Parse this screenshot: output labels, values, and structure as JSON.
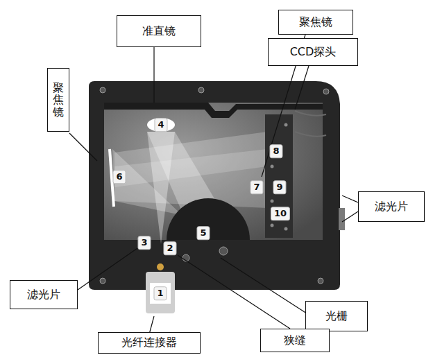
{
  "diagram": {
    "nodes": [
      {
        "text": [
          "准直镜"
        ]
      },
      {
        "text": [
          "聚焦镜"
        ]
      },
      {
        "text": [
          "CCD探头"
        ]
      },
      {
        "text": [
          "聚焦镜"
        ]
      },
      {
        "text": [
          "滤光片"
        ]
      },
      {
        "text": [
          "滤光片"
        ]
      },
      {
        "text": [
          "光栅"
        ]
      },
      {
        "text": [
          "狭缝"
        ]
      },
      {
        "text": [
          "光纤连接器"
        ]
      }
    ],
    "labels": [
      "1",
      "2",
      "3",
      "4",
      "5",
      "6",
      "7",
      "8",
      "9",
      "10"
    ]
  }
}
